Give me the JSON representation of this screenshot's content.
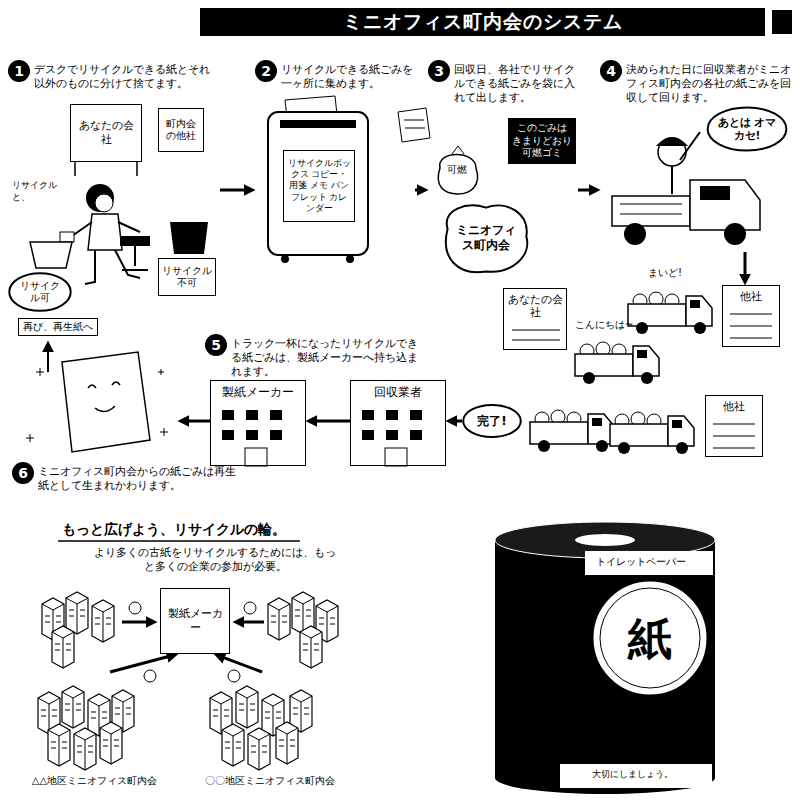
{
  "diagram": {
    "title": "ミニオフィス町内会のシステム",
    "nodes": [
      {
        "text": [
          "1",
          "デスクでリサイクルできる紙とそれ以外のものに分けて捨てます。"
        ]
      },
      {
        "text": [
          "あなたの会社"
        ],
        "in": 0
      },
      {
        "text": [
          "町内会の他社"
        ],
        "in": 0
      },
      {
        "text": [
          "リサイクル可"
        ],
        "in": 0
      },
      {
        "text": [
          "リサイクル不可"
        ],
        "in": 0
      },
      {
        "text": [
          "2",
          "リサイクルできる紙ごみを一ヶ所に集めます。"
        ]
      },
      {
        "text": [
          "リサイクルボックス コピー・用箋 メモ パンフレット カレンダー"
        ],
        "in": 5
      },
      {
        "text": [
          "3",
          "回収日、各社でリサイクルできる紙ごみを袋に入れて出します。"
        ]
      },
      {
        "text": [
          "ミニオフィス町内会"
        ],
        "in": 7
      },
      {
        "text": [
          "このごみは きまりどおり 可燃ゴミ"
        ],
        "in": 7
      },
      {
        "text": [
          "4",
          "決められた日に回収業者がミニオフィス町内会の各社の紙ごみを回収して回ります。"
        ]
      },
      {
        "text": [
          "あとは オマカセ!"
        ],
        "in": 10
      },
      {
        "text": [
          "あなたの会社"
        ]
      },
      {
        "text": [
          "他社"
        ]
      },
      {
        "text": [
          "他社"
        ]
      },
      {
        "text": [
          "完了!"
        ]
      },
      {
        "text": [
          "回収業者"
        ]
      },
      {
        "text": [
          "製紙メーカー"
        ]
      },
      {
        "text": [
          "5",
          "トラック一杯になったリサイクルできる紙ごみは、製紙メーカーへ持ち込まれます。"
        ]
      },
      {
        "text": [
          "再び、再生紙へ"
        ]
      },
      {
        "text": [
          "6",
          "ミニオフィス町内会からの紙ごみは再生紙として生まれかわります。"
        ]
      },
      {
        "text": [
          "製紙メーカー"
        ]
      },
      {
        "text": [
          "△△地区ミニオフィス町内会"
        ]
      },
      {
        "text": [
          "〇〇地区ミニオフィス町内会"
        ]
      }
    ],
    "edges": [
      {
        "from": 0,
        "to": 5,
        "arrow": "to"
      },
      {
        "from": 5,
        "to": 7,
        "arrow": "to"
      },
      {
        "from": 7,
        "to": 10,
        "arrow": "to"
      },
      {
        "from": 10,
        "to": 13,
        "arrow": "to"
      },
      {
        "from": 15,
        "to": 16,
        "arrow": "to"
      },
      {
        "from": 16,
        "to": 17,
        "arrow": "to"
      },
      {
        "from": 17,
        "to": 19,
        "arrow": "to"
      },
      {
        "from": 22,
        "to": 21,
        "arrow": "to"
      },
      {
        "from": 23,
        "to": 21,
        "arrow": "to"
      }
    ],
    "labels": [
      "リサイクルと、",
      "可燃",
      "まいど!",
      "こんにちは~",
      "もっと広げよう、リサイクルの輪。",
      "より多くの古紙をリサイクルするためには、もっと多くの企業の参加が必要。",
      "トイレットペーパー",
      "紙",
      "大切にしましょう。"
    ]
  }
}
